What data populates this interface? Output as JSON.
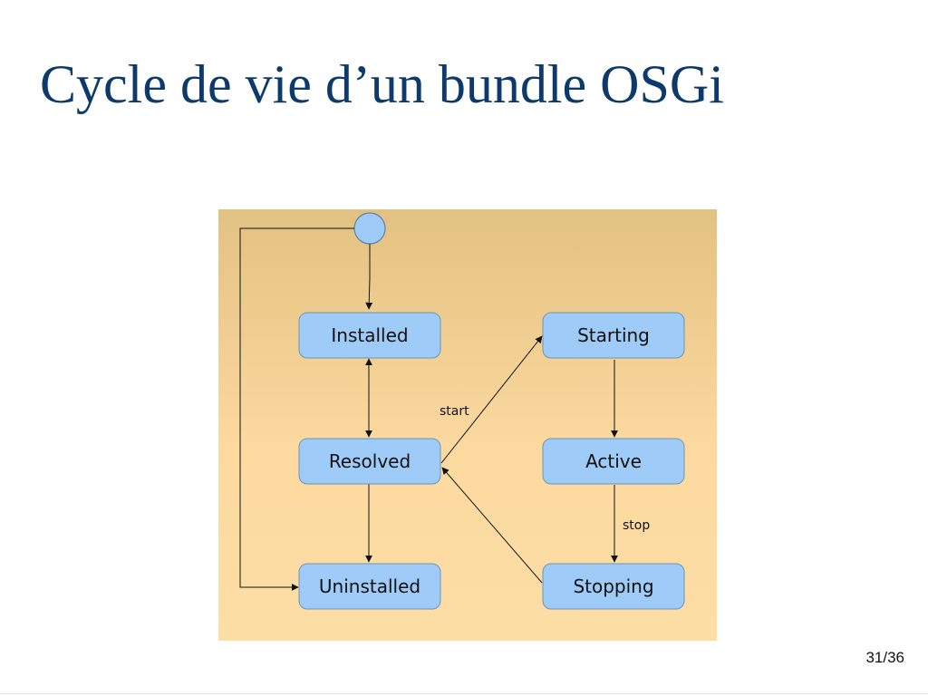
{
  "slide": {
    "title": "Cycle de vie d’un bundle OSGi",
    "page_number": "31/36"
  },
  "diagram": {
    "states": {
      "installed": "Installed",
      "resolved": "Resolved",
      "uninstalled": "Uninstalled",
      "starting": "Starting",
      "active": "Active",
      "stopping": "Stopping"
    },
    "transitions": {
      "start": "start",
      "stop": "stop"
    },
    "colors": {
      "background_top": "#e2c282",
      "background_bottom": "#fddea5",
      "state_fill": "#9fcbf8",
      "state_stroke": "#6f93b8",
      "arrow": "#111111",
      "title": "#0d3a6b"
    }
  }
}
